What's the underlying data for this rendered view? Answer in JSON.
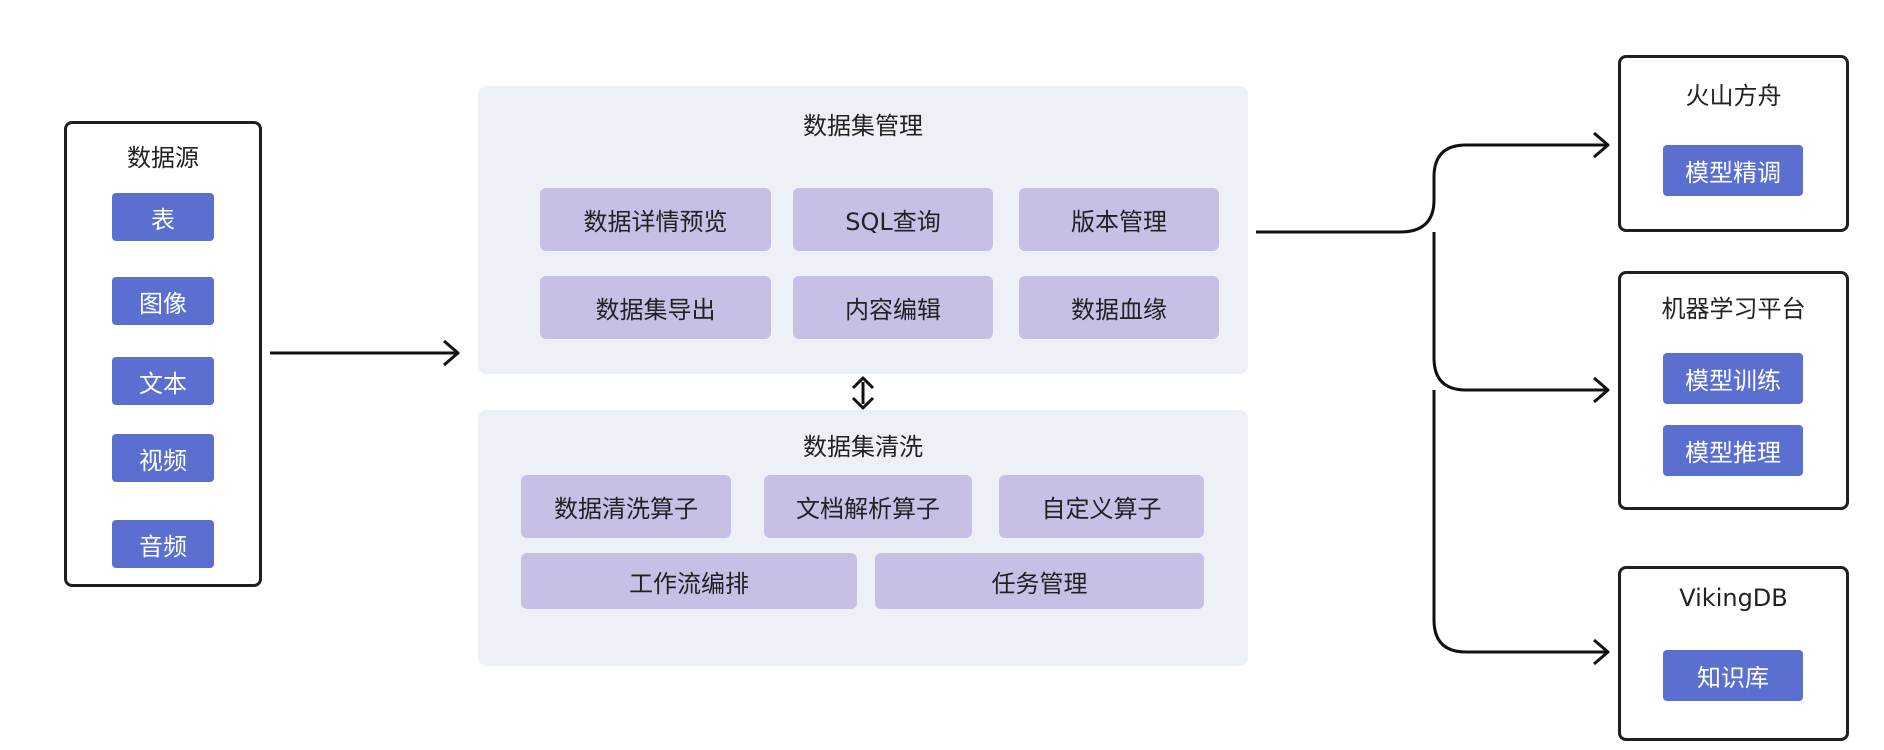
{
  "source": {
    "title": "数据源",
    "items": [
      "表",
      "图像",
      "文本",
      "视频",
      "音频"
    ]
  },
  "management": {
    "title": "数据集管理",
    "items": [
      "数据详情预览",
      "SQL查询",
      "版本管理",
      "数据集导出",
      "内容编辑",
      "数据血缘"
    ]
  },
  "cleaning": {
    "title": "数据集清洗",
    "items": [
      "数据清洗算子",
      "文档解析算子",
      "自定义算子",
      "工作流编排",
      "任务管理"
    ]
  },
  "targets": [
    {
      "title": "火山方舟",
      "items": [
        "模型精调"
      ]
    },
    {
      "title": "机器学习平台",
      "items": [
        "模型训练",
        "模型推理"
      ]
    },
    {
      "title": "VikingDB",
      "items": [
        "知识库"
      ]
    }
  ],
  "colors": {
    "source_item": "#5b6fd0",
    "panel": "#eef0f7",
    "module": "#c8bfe6",
    "border": "#1f1f1f"
  }
}
